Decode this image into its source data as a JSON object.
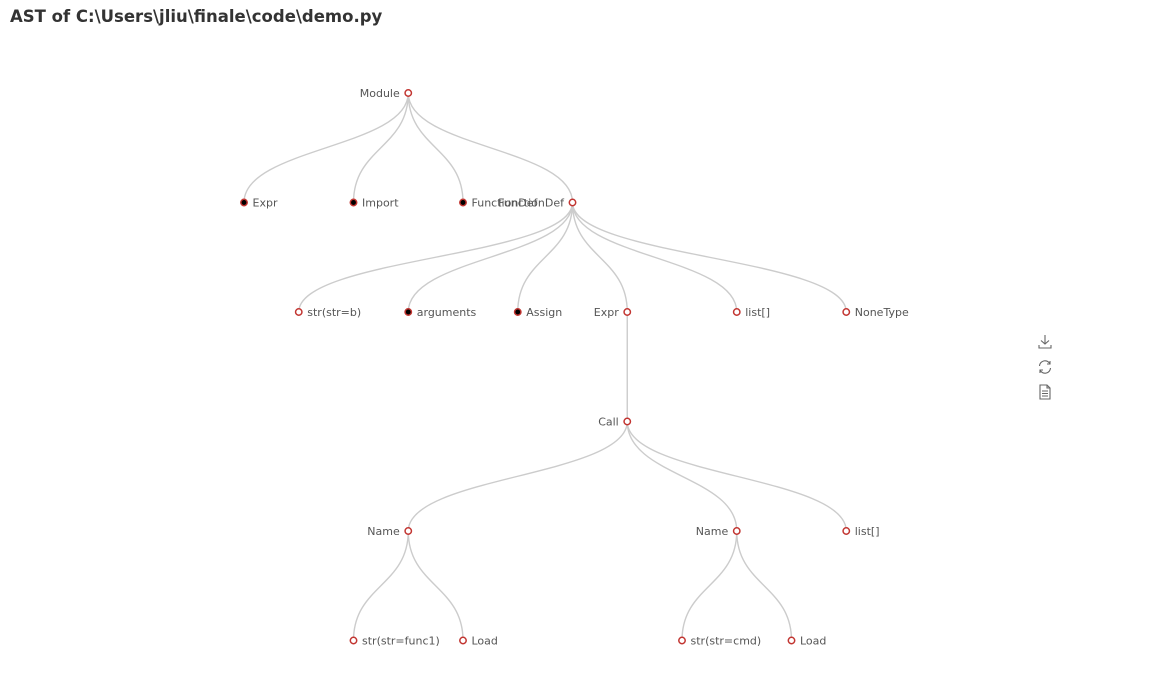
{
  "title": "AST of C:\\Users\\jliu\\finale\\code\\demo.py",
  "colors": {
    "edge": "#cccccc",
    "node_stroke": "#c23531",
    "collapsed_fill": "#000000",
    "expanded_fill": "#ffffff",
    "icon": "#666666"
  },
  "toolbox": [
    {
      "name": "save-as-image-icon",
      "icon": "download"
    },
    {
      "name": "restore-icon",
      "icon": "refresh"
    },
    {
      "name": "data-view-icon",
      "icon": "document"
    }
  ],
  "tree": {
    "label": "Module",
    "collapsed": false,
    "children": [
      {
        "label": "Expr",
        "collapsed": true
      },
      {
        "label": "Import",
        "collapsed": true
      },
      {
        "label": "FunctionDef",
        "collapsed": true
      },
      {
        "label": "FunctionDef",
        "collapsed": false,
        "children": [
          {
            "label": "str(str=b)",
            "collapsed": false
          },
          {
            "label": "arguments",
            "collapsed": true
          },
          {
            "label": "Assign",
            "collapsed": true
          },
          {
            "label": "Expr",
            "collapsed": false,
            "children": [
              {
                "label": "Call",
                "collapsed": false,
                "children": [
                  {
                    "label": "Name",
                    "collapsed": false,
                    "children": [
                      {
                        "label": "str(str=func1)",
                        "collapsed": false
                      },
                      {
                        "label": "Load",
                        "collapsed": false
                      }
                    ]
                  },
                  {
                    "label": "Name",
                    "collapsed": false,
                    "children": [
                      {
                        "label": "str(str=cmd)",
                        "collapsed": false
                      },
                      {
                        "label": "Load",
                        "collapsed": false
                      }
                    ]
                  },
                  {
                    "label": "list[]",
                    "collapsed": false
                  }
                ]
              }
            ]
          },
          {
            "label": "list[]",
            "collapsed": false
          },
          {
            "label": "NoneType",
            "collapsed": false
          }
        ]
      }
    ]
  }
}
